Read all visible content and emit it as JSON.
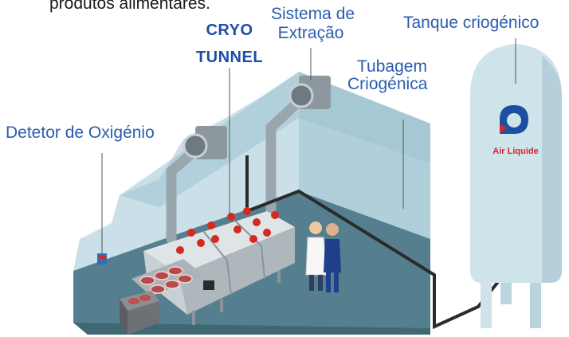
{
  "caption_fragment": "produtos alimentares.",
  "labels": {
    "extraction_line1": "Sistema de",
    "extraction_line2": "Extração",
    "tank": "Tanque criogénico",
    "tunnel_line1": "CRYO",
    "tunnel_line2": "TUNNEL",
    "pipe_line1": "Tubagem",
    "pipe_line2": "Criogénica",
    "detector": "Detetor de Oxigénio"
  },
  "logo_text": "Air Liquide",
  "colors": {
    "label_blue": "#2a5db0",
    "title_blue": "#1d4ea8",
    "room_floor": "#4f7f8f",
    "room_wall": "#b9d3dd",
    "tank_fill": "#cfe3ea",
    "logo_blue": "#1b4fa0",
    "logo_red": "#d22630"
  }
}
